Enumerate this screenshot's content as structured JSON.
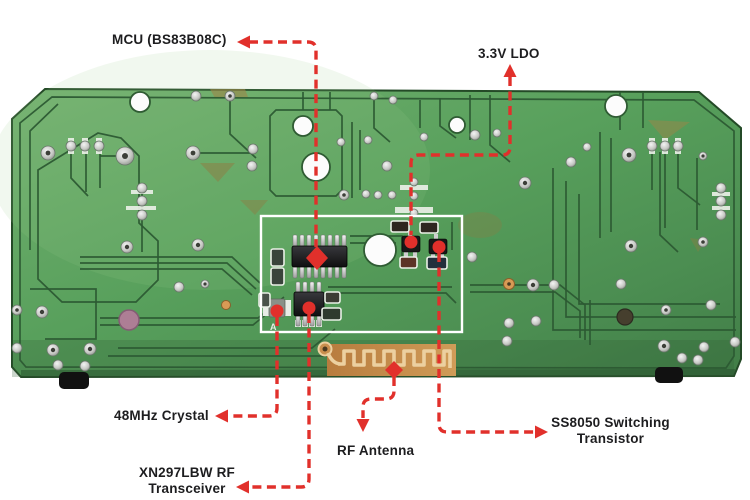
{
  "colors": {
    "background": "#ffffff",
    "board_green": "#58a05c",
    "trace_green": "#2c5a33",
    "copper": "#c08a4a",
    "copper_trace": "#ecd0a0",
    "annotation_red": "#e1302b",
    "label_text": "#1d1d1f",
    "callout_white": "#ffffff"
  },
  "annotations": {
    "mcu": {
      "lines": [
        "MCU (BS83B08C)"
      ],
      "marker": "diamond",
      "arrow": "left"
    },
    "ldo": {
      "lines": [
        "3.3V LDO"
      ],
      "marker": "dot",
      "arrow": "up"
    },
    "crystal": {
      "lines": [
        "48MHz Crystal"
      ],
      "marker": "dot",
      "arrow": "left"
    },
    "transceiver": {
      "lines": [
        "XN297LBW RF",
        "Transceiver"
      ],
      "marker": "dot",
      "arrow": "left"
    },
    "antenna": {
      "lines": [
        "RF Antenna"
      ],
      "marker": "diamond",
      "arrow": "down"
    },
    "transistor": {
      "lines": [
        "SS8050 Switching",
        "Transistor"
      ],
      "marker": "dot",
      "arrow": "right"
    }
  },
  "silkscreen": {
    "crystal_mark": "A"
  }
}
